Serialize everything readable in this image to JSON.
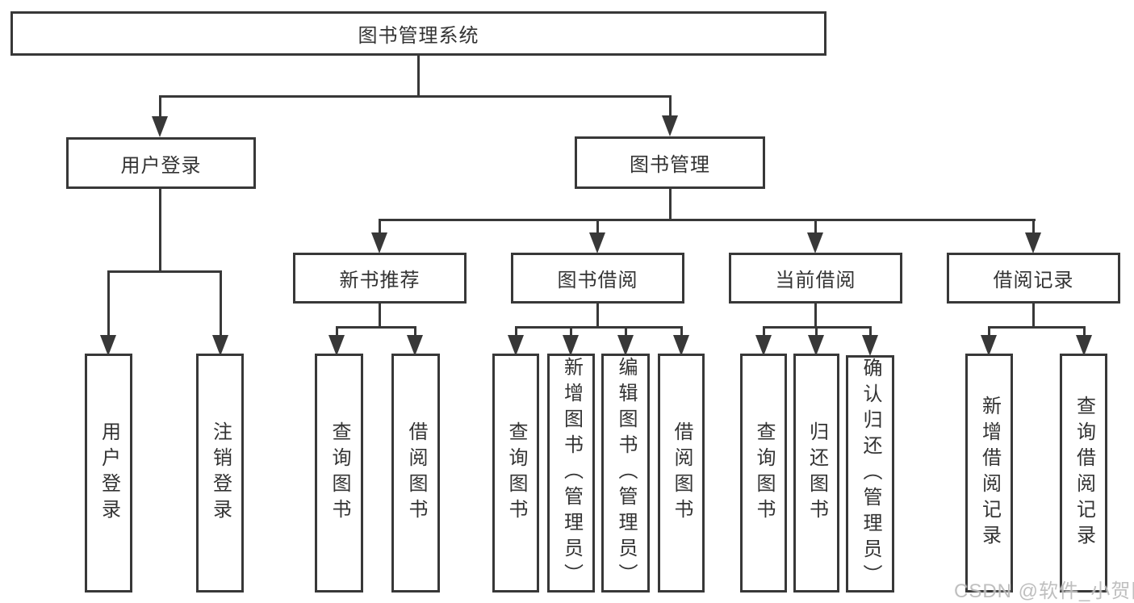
{
  "diagram": {
    "root": {
      "label": "图书管理系统"
    },
    "branches": [
      {
        "label": "用户登录",
        "children": [
          {
            "label": "用户登录"
          },
          {
            "label": "注销登录"
          }
        ]
      },
      {
        "label": "图书管理",
        "children": [
          {
            "label": "新书推荐",
            "children": [
              {
                "label": "查询图书"
              },
              {
                "label": "借阅图书"
              }
            ]
          },
          {
            "label": "图书借阅",
            "children": [
              {
                "label": "查询图书"
              },
              {
                "label": "新增图书（管理员）"
              },
              {
                "label": "编辑图书（管理员）"
              },
              {
                "label": "借阅图书"
              }
            ]
          },
          {
            "label": "当前借阅",
            "children": [
              {
                "label": "查询图书"
              },
              {
                "label": "归还图书"
              },
              {
                "label": "确认归还（管理员）"
              }
            ]
          },
          {
            "label": "借阅记录",
            "children": [
              {
                "label": "新增借阅记录"
              },
              {
                "label": "查询借阅记录"
              }
            ]
          }
        ]
      }
    ]
  },
  "watermark": {
    "text": "CSDN @软件_小贺同学"
  },
  "colors": {
    "line": "#383838",
    "text": "#333333",
    "background": "#ffffff",
    "watermark": "#b4b4b4"
  }
}
